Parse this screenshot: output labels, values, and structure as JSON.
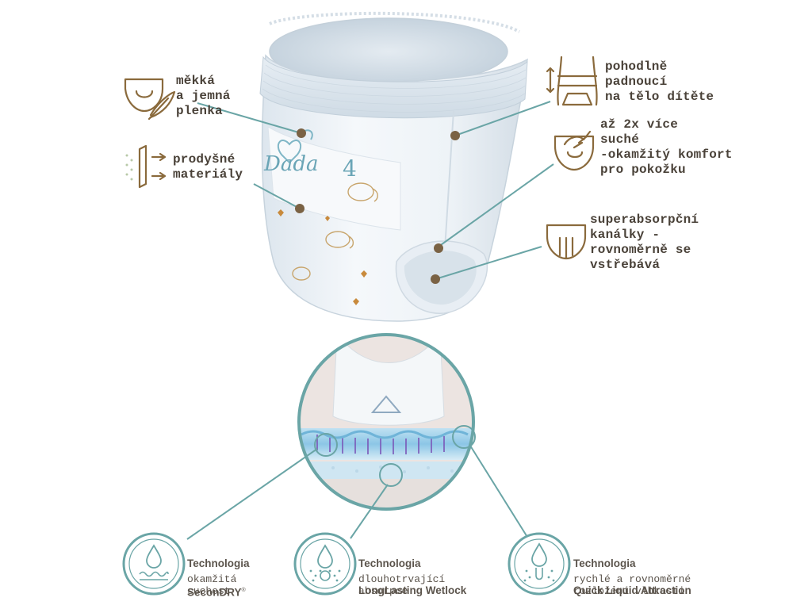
{
  "product": {
    "brand": "Dada",
    "size": "4"
  },
  "features": [
    {
      "id": "soft",
      "label": "měkká\na jemná\nplenka",
      "icon": "diaper-feather-icon"
    },
    {
      "id": "breathable",
      "label": "prodyšné\nmateriály",
      "icon": "breathable-layer-icon"
    },
    {
      "id": "fit",
      "label": "pohodlně\npadnoucí\nna tělo dítěte",
      "icon": "waist-fit-icon"
    },
    {
      "id": "dry",
      "label": "až 2x více\nsuché\n-okamžitý komfort\npro pokožku",
      "icon": "dry-hand-icon"
    },
    {
      "id": "channels",
      "label": "superabsorpční\nkanálky -\nrovnoměrně se\nvstřebává",
      "icon": "absorb-channels-icon"
    }
  ],
  "technologies": [
    {
      "id": "secondry",
      "title_prefix": "Technologia",
      "title_name": "SeconDRY",
      "title_mark": "®",
      "desc": "okamžitá\nsuchost",
      "icon": "secondry-drop-icon"
    },
    {
      "id": "wetlock",
      "title_prefix": "Technologia",
      "title_name": "LongLasting Wetlock",
      "desc": "dlouhotrvající\nabsorpce",
      "icon": "wetlock-drop-icon"
    },
    {
      "id": "quickliquid",
      "title_prefix": "Technologia",
      "title_name": "Quick Liquid Attraction",
      "desc": "rychlé a rovnoměrné\nrozložení vlhkosti",
      "icon": "quick-liquid-drop-icon"
    }
  ],
  "colors": {
    "teal": "#5e9ea0",
    "gold": "#8a6a3c",
    "dot": "#7a6244",
    "text": "#4a4239"
  }
}
